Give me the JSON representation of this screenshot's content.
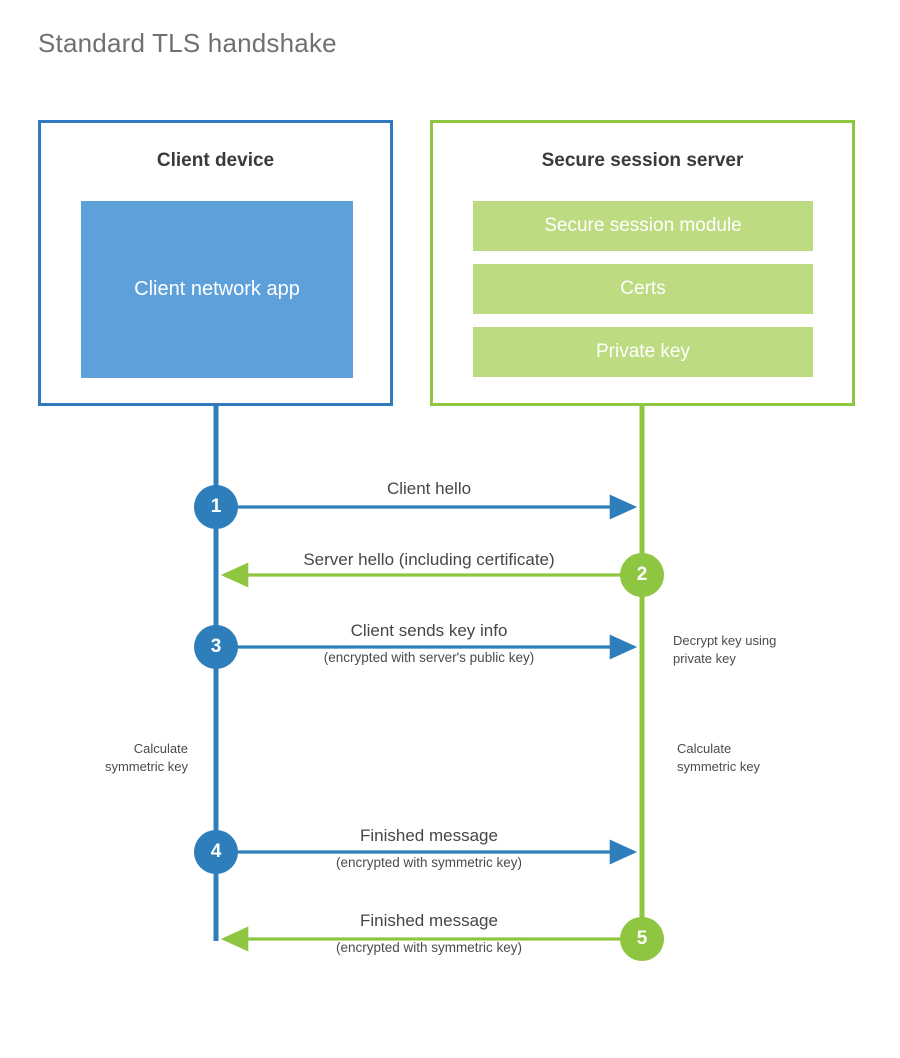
{
  "title": "Standard TLS handshake",
  "colors": {
    "client_stroke": "#3079bc",
    "client_fill": "#5ea0da",
    "client_badge": "#2e7ebb",
    "server_stroke": "#8ec641",
    "server_fill": "#bddb81",
    "server_badge": "#8ec641",
    "text": "#4a4b4e",
    "title_text": "#6f7073",
    "background": "#ffffff"
  },
  "client": {
    "title": "Client device",
    "app_block": "Client network app"
  },
  "server": {
    "title": "Secure session server",
    "bars": [
      "Secure session module",
      "Certs",
      "Private key"
    ]
  },
  "steps": [
    {
      "number": "1",
      "side": "client",
      "direction": "client-to-server",
      "primary": "Client hello",
      "secondary": ""
    },
    {
      "number": "2",
      "side": "server",
      "direction": "server-to-client",
      "primary": "Server hello (including certificate)",
      "secondary": ""
    },
    {
      "number": "3",
      "side": "client",
      "direction": "client-to-server",
      "primary": "Client sends key info",
      "secondary": "(encrypted with server's public key)"
    },
    {
      "number": "4",
      "side": "client",
      "direction": "client-to-server",
      "primary": "Finished message",
      "secondary": "(encrypted with symmetric key)"
    },
    {
      "number": "5",
      "side": "server",
      "direction": "server-to-client",
      "primary": "Finished message",
      "secondary": "(encrypted with symmetric key)"
    }
  ],
  "annotations": {
    "decrypt_key": "Decrypt key using\nprivate key",
    "calculate_symmetric_key_client": "Calculate\nsymmetric key",
    "calculate_symmetric_key_server": "Calculate\nsymmetric key"
  }
}
